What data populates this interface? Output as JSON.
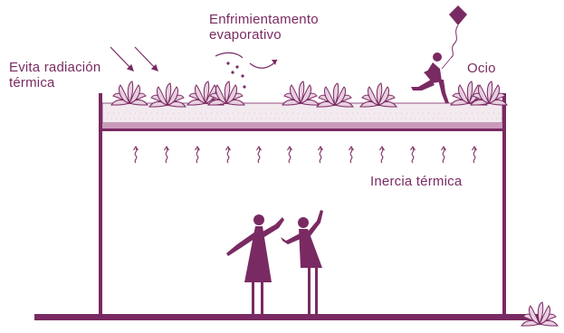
{
  "labels": {
    "radiation": [
      "Evita radiación",
      "térmica"
    ],
    "evaporative": [
      "Enfrimientamento",
      "evaporativo"
    ],
    "leisure": "Ocio",
    "inertia": "Inercia térmica"
  },
  "colors": {
    "primary": "#7a2a62",
    "soil_stripe": "#c99bb9",
    "substrate": "#f3eaf0",
    "plant_fill": "#e8cfe0"
  },
  "icons": {
    "sun_rays": "radiation-arrows-icon",
    "evaporation": "evaporation-swirl-icon",
    "heat": "heat-wave-icon",
    "plant": "plant-icon",
    "kite": "kite-icon",
    "person": "person-icon"
  }
}
